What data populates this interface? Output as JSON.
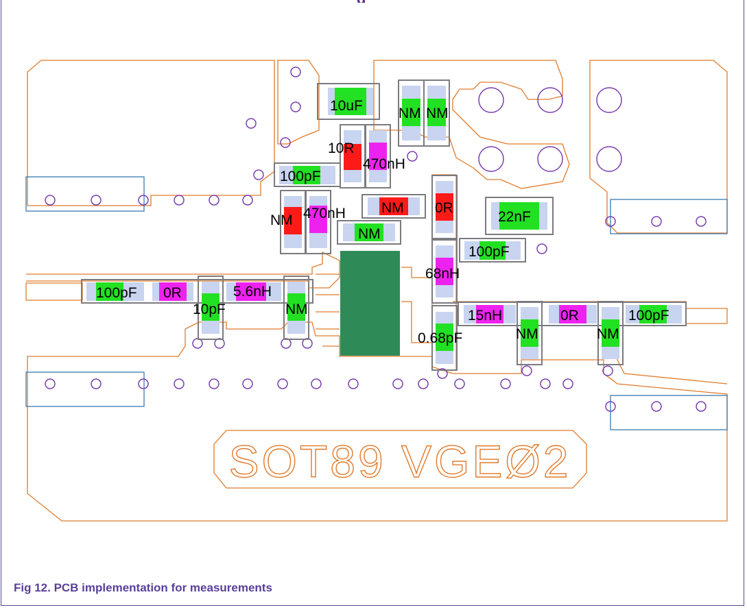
{
  "caption": "Fig 12. PCB implementation for measurements",
  "top_title_fragment": "g",
  "board_marking": "SOT89  VGEØ2",
  "colors": {
    "outline": "#e07a2a",
    "via": "#7a3fb0",
    "connector": "#3a7ab0",
    "capacitor": "#22e022",
    "resistor": "#ff1a1a",
    "inductor": "#ee22ee",
    "pad": "#c8d4f0",
    "component_frame": "#7a7a80",
    "ic_body": "#2e8b57",
    "caption": "#5a3f9a"
  },
  "components": {
    "c_10uf": "10uF",
    "nm_top_1": "NM",
    "nm_top_2": "NM",
    "r_10r": "10R",
    "l_470nh_top": "470nH",
    "c_100pf_upper": "100pF",
    "nm_red_left": "NM",
    "l_470nh_left": "470nH",
    "nm_red_center": "NM",
    "nm_green_center": "NM",
    "r_0r_vertical": "0R",
    "c_22nf": "22nF",
    "c_100pf_right_mid": "100pF",
    "l_68nh": "68nH",
    "c_100pf_input": "100pF",
    "r_0r_input": "0R",
    "l_5_6nh": "5.6nH",
    "c_10pf": "10pF",
    "nm_input_shunt": "NM",
    "l_15nh": "15nH",
    "r_0r_output": "0R",
    "c_100pf_output": "100pF",
    "c_0_68pf": "0.68pF",
    "nm_output_1": "NM",
    "nm_output_2": "NM"
  }
}
